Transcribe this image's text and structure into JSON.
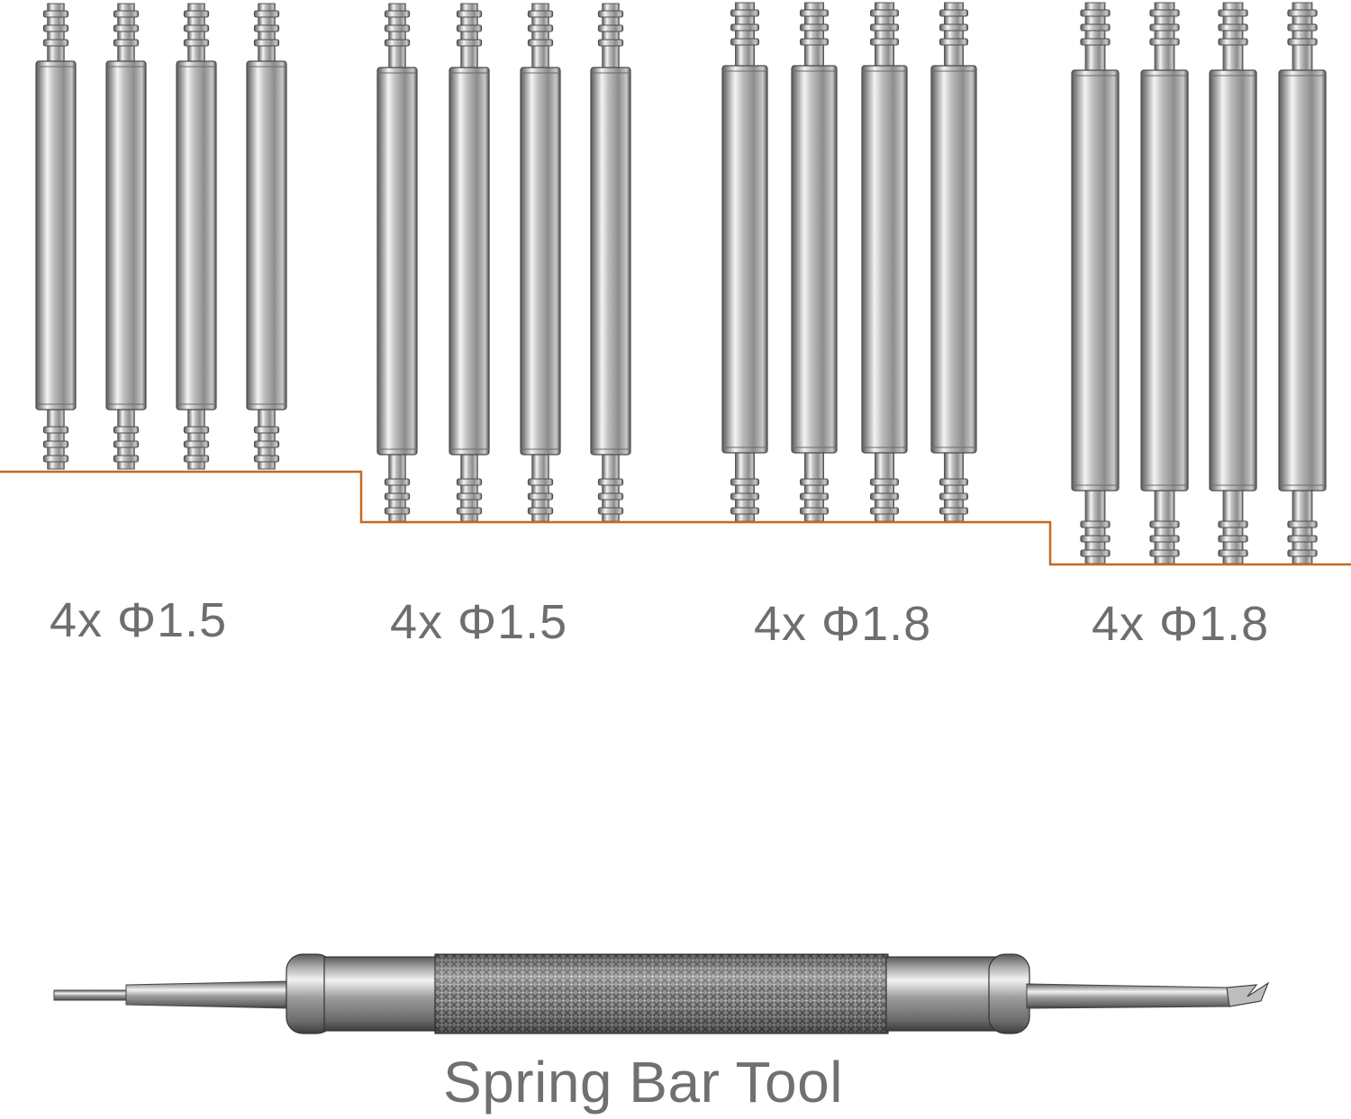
{
  "groups": [
    {
      "label": "4x Φ1.5",
      "count": 4
    },
    {
      "label": "4x Φ1.5",
      "count": 4
    },
    {
      "label": "4x Φ1.8",
      "count": 4
    },
    {
      "label": "4x Φ1.8",
      "count": 4
    }
  ],
  "tool": {
    "label": "Spring Bar Tool"
  },
  "colors": {
    "background": "#ffffff",
    "baseline": "#c8671e",
    "label_text": "#6e6e6e",
    "steel_dark": "#6c6c6c",
    "steel_light": "#f4f4f4"
  }
}
